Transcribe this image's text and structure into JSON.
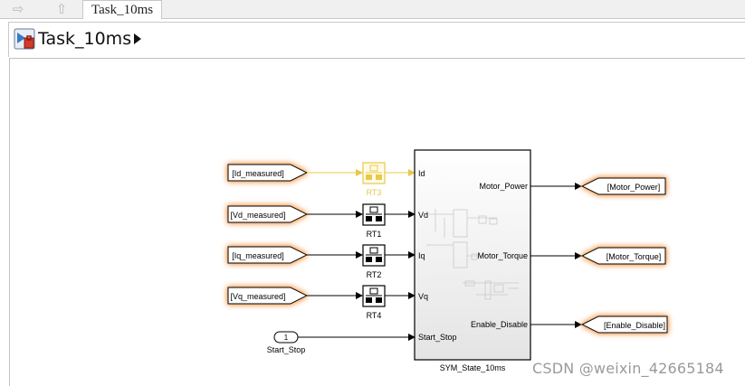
{
  "tab": {
    "title": "Task_10ms"
  },
  "breadcrumb": {
    "label": "Task_10ms"
  },
  "from_blocks": [
    "[Id_measured]",
    "[Vd_measured]",
    "[Iq_measured]",
    "[Vq_measured]"
  ],
  "rate_transitions": [
    "RT3",
    "RT1",
    "RT2",
    "RT4"
  ],
  "inport": {
    "number": "1",
    "name": "Start_Stop"
  },
  "subsystem": {
    "name": "SYM_State_10ms",
    "inputs": [
      "Id",
      "Vd",
      "Iq",
      "Vq",
      "Start_Stop"
    ],
    "outputs": [
      "Motor_Power",
      "Motor_Torque",
      "Enable_Disable"
    ]
  },
  "goto_blocks": [
    "[Motor_Power]",
    "[Motor_Torque]",
    "[Enable_Disable]"
  ],
  "colors": {
    "highlight": "#e8c84a",
    "glow": "#f7a35a",
    "line": "#000000"
  },
  "watermark": "CSDN @weixin_42665184"
}
